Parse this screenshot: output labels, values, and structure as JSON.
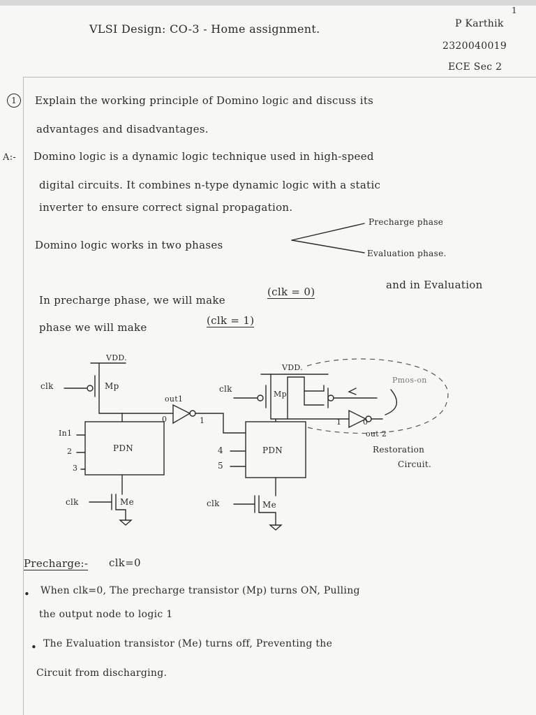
{
  "header": {
    "title": "VLSI Design: CO-3 - Home assignment.",
    "page_no": "1",
    "name": "P Karthik",
    "roll": "2320040019",
    "section": "ECE Sec 2"
  },
  "question": {
    "number": "1",
    "line1": "Explain the working principle of Domino logic and discuss its",
    "line2": "advantages and disadvantages."
  },
  "answer": {
    "marker": "A:-",
    "line1": "Domino logic is a dynamic logic technique used in high-speed",
    "line2": "digital circuits. It combines n-type dynamic logic with a static",
    "line3": "inverter to ensure correct signal propagation.",
    "phases_intro": "Domino logic works in two phases",
    "phase_1": "Precharge phase",
    "phase_2": "Evaluation phase.",
    "clk_line1_a": "In precharge phase, we will make",
    "clk_line1_b": "(clk = 0)",
    "clk_line1_c": "and in Evaluation",
    "clk_line2_a": "phase we will make",
    "clk_line2_b": "(clk = 1)"
  },
  "diagram": {
    "vdd_left": "VDD.",
    "vdd_right": "VDD.",
    "clk_mp_left": "clk",
    "mp_left": "Mp",
    "out1": "out1",
    "out1_zero": "0",
    "out1_one": "1",
    "in1": "In1",
    "in2": "2",
    "in3": "3",
    "pdn_left": "PDN",
    "clk_me_left": "clk",
    "me_left": "Me",
    "clk_mp_right": "clk",
    "mp_right": "Mp",
    "in4": "4",
    "in5": "5",
    "pdn_right": "PDN",
    "clk_me_right": "clk",
    "me_right": "Me",
    "pmos_on": "Pmos-on",
    "out2": "out 2",
    "out2_one": "1",
    "out2_zero": "0",
    "restoration_1": "Restoration",
    "restoration_2": "Circuit."
  },
  "precharge": {
    "heading": "Precharge:-",
    "condition": "clk=0",
    "bullet1_line1": "When clk=0, The precharge transistor (Mp) turns ON, Pulling",
    "bullet1_line2": "the output node to logic 1",
    "bullet2_line1": "The Evaluation transistor (Me) turns off, Preventing the",
    "bullet2_line2": "Circuit from discharging."
  }
}
